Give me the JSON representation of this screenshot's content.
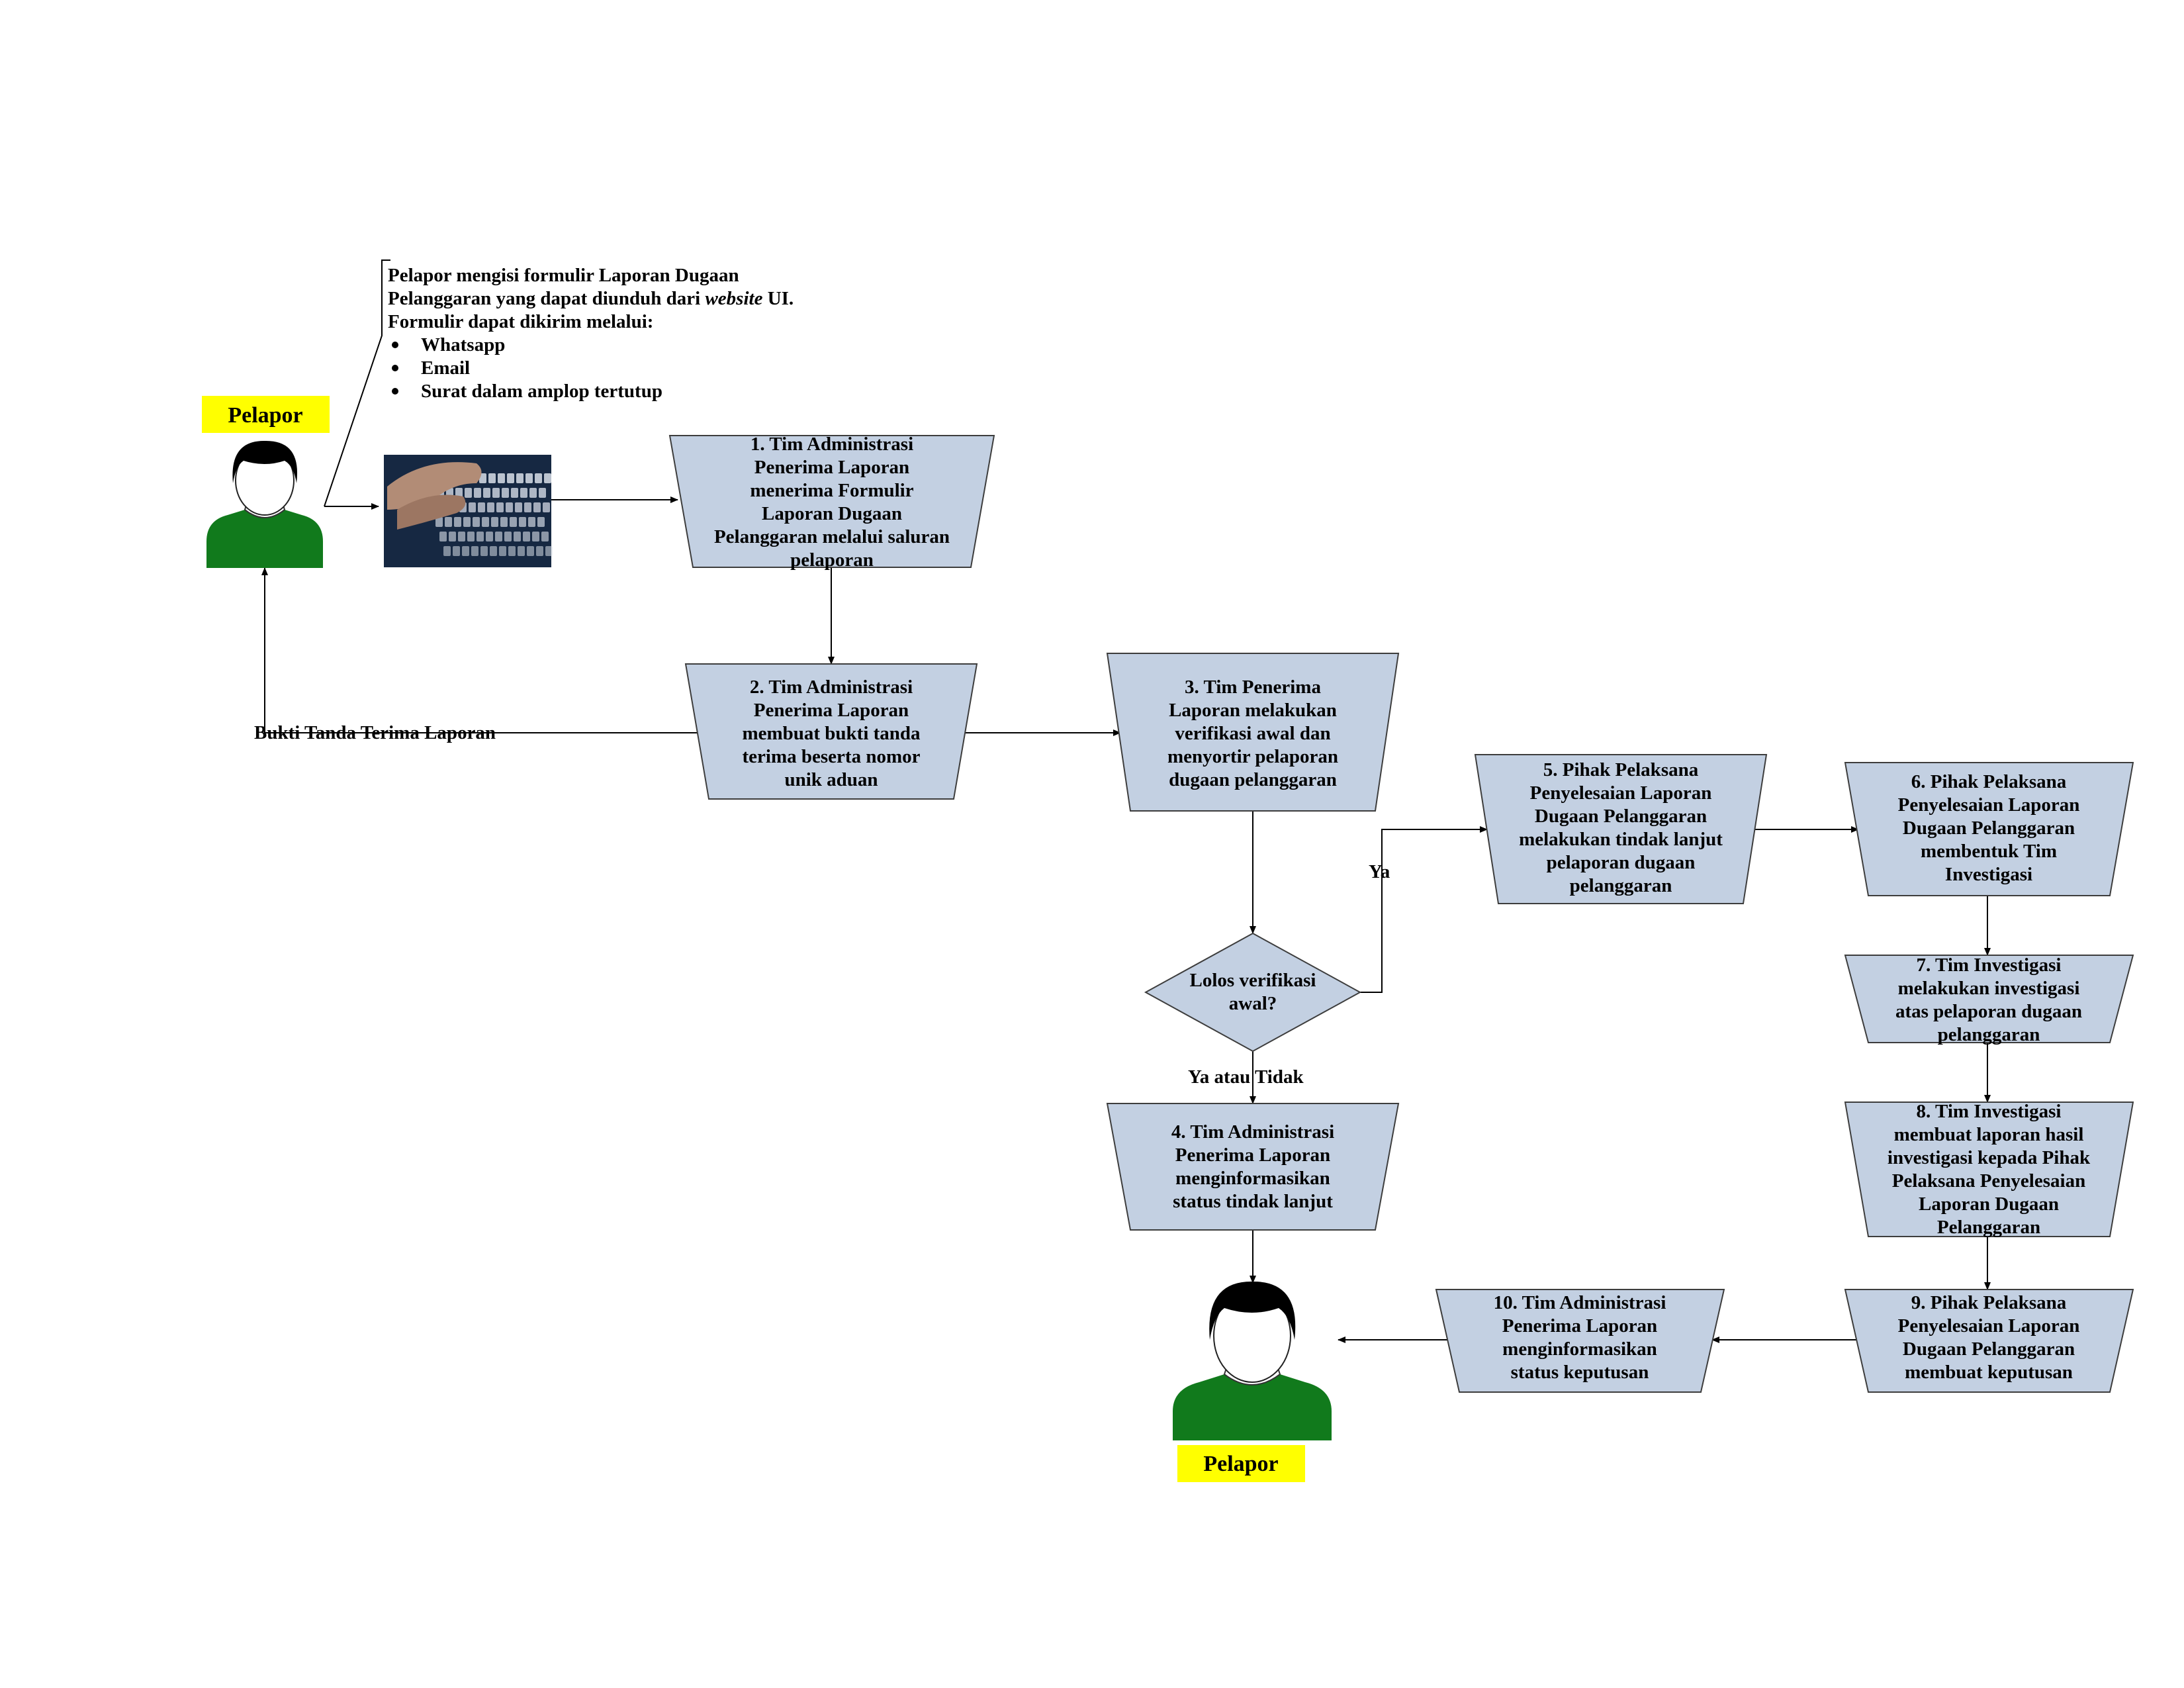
{
  "colors": {
    "node_fill": "#c3d0e2",
    "node_stroke": "#3d3d3d",
    "label_fill": "#ffff00",
    "shirt": "#117a1c",
    "hair": "#000000",
    "arrow": "#000000"
  },
  "actor_label": "Pelapor",
  "note": {
    "line1": "Pelapor mengisi formulir Laporan Dugaan",
    "line2_pre": "Pelanggaran yang dapat diunduh dari ",
    "line2_italic": "website",
    "line2_post": " UI.",
    "line3": "Formulir dapat dikirim melalui:",
    "bullets": [
      "Whatsapp",
      "Email",
      "Surat dalam amplop tertutup"
    ]
  },
  "steps": {
    "s1": [
      "1. Tim Administrasi",
      "Penerima Laporan",
      "menerima Formulir",
      "Laporan Dugaan",
      "Pelanggaran melalui saluran",
      "pelaporan"
    ],
    "s2": [
      "2. Tim Administrasi",
      "Penerima Laporan",
      "membuat bukti tanda",
      "terima beserta nomor",
      "unik aduan"
    ],
    "s3": [
      "3. Tim Penerima",
      "Laporan melakukan",
      "verifikasi awal dan",
      "menyortir pelaporan",
      "dugaan pelanggaran"
    ],
    "s4": [
      "4. Tim Administrasi",
      "Penerima Laporan",
      "menginformasikan",
      "status tindak lanjut"
    ],
    "s5": [
      "5. Pihak Pelaksana",
      "Penyelesaian Laporan",
      "Dugaan Pelanggaran",
      "melakukan tindak lanjut",
      "pelaporan dugaan",
      "pelanggaran"
    ],
    "s6": [
      "6. Pihak Pelaksana",
      "Penyelesaian Laporan",
      "Dugaan Pelanggaran",
      "membentuk Tim",
      "Investigasi"
    ],
    "s7": [
      "7. Tim Investigasi",
      "melakukan investigasi",
      "atas pelaporan dugaan",
      "pelanggaran"
    ],
    "s8": [
      "8. Tim Investigasi",
      "membuat laporan hasil",
      "investigasi kepada Pihak",
      "Pelaksana Penyelesaian",
      "Laporan Dugaan",
      "Pelanggaran"
    ],
    "s9": [
      "9. Pihak Pelaksana",
      "Penyelesaian Laporan",
      "Dugaan Pelanggaran",
      "membuat keputusan"
    ],
    "s10": [
      "10. Tim Administrasi",
      "Penerima Laporan",
      "menginformasikan",
      "status keputusan"
    ]
  },
  "decision": [
    "Lolos verifikasi",
    "awal?"
  ],
  "edge_labels": {
    "receipt": "Bukti Tanda Terima Laporan",
    "yes": "Ya",
    "yes_or_no": "Ya atau Tidak"
  }
}
